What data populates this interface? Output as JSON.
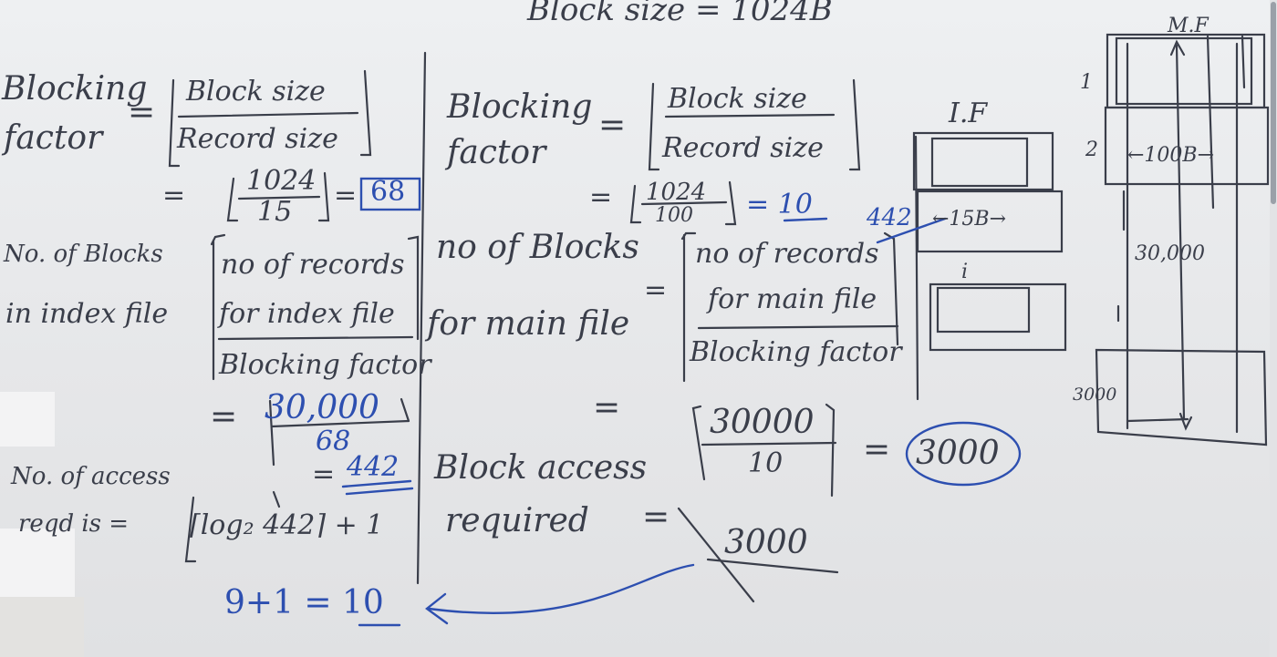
{
  "header": {
    "block_size": "Block size = 1024B"
  },
  "left": {
    "bf_label_1": "Blocking",
    "bf_label_2": "factor",
    "eq": "=",
    "bf_num": "Block size",
    "bf_den": "Record size",
    "calc_eq": "=",
    "calc_num": "1024",
    "calc_den": "15",
    "calc_result_eq": "=",
    "calc_result": "68",
    "blocks_label_1": "No. of Blocks",
    "blocks_label_2": "in index file",
    "blocks_num_1": "no of records",
    "blocks_num_2": "for index file",
    "blocks_den": "Blocking factor",
    "div_num": "30,000",
    "div_den": "68",
    "div_result_eq": "=",
    "div_result": "442",
    "access_label_1": "No. of access",
    "access_label_2": "reqd is =",
    "access_formula": "⌈log₂ 442⌉ + 1",
    "final": "9+1 = 10"
  },
  "middle": {
    "bf_label_1": "Blocking",
    "bf_label_2": "factor",
    "eq": "=",
    "bf_num": "Block size",
    "bf_den": "Record size",
    "calc_eq": "=",
    "calc_num": "1024",
    "calc_den": "100",
    "calc_result": "= 10",
    "side_442": "442",
    "blocks_label_1": "no of Blocks",
    "blocks_label_2": "for main file",
    "blocks_eq": "=",
    "blocks_num_1": "no of records",
    "blocks_num_2": "for main file",
    "blocks_den": "Blocking factor",
    "div_eq": "=",
    "div_num": "30000",
    "div_den": "10",
    "div_result_eq": "=",
    "div_result": "3000",
    "access_label_1": "Block access",
    "access_label_2": "required",
    "access_eq": "=",
    "access_value": "3000"
  },
  "index_file": {
    "title": "I.F",
    "record": "←15B→",
    "dot": "i"
  },
  "main_file": {
    "title": "M.F",
    "row1": "1",
    "row2": "2",
    "record": "←100B→",
    "count": "30,000",
    "last": "3000"
  },
  "colors": {
    "ink": "#3a3e4a",
    "blue": "#2d4fb0",
    "board": "#e9eaec"
  }
}
